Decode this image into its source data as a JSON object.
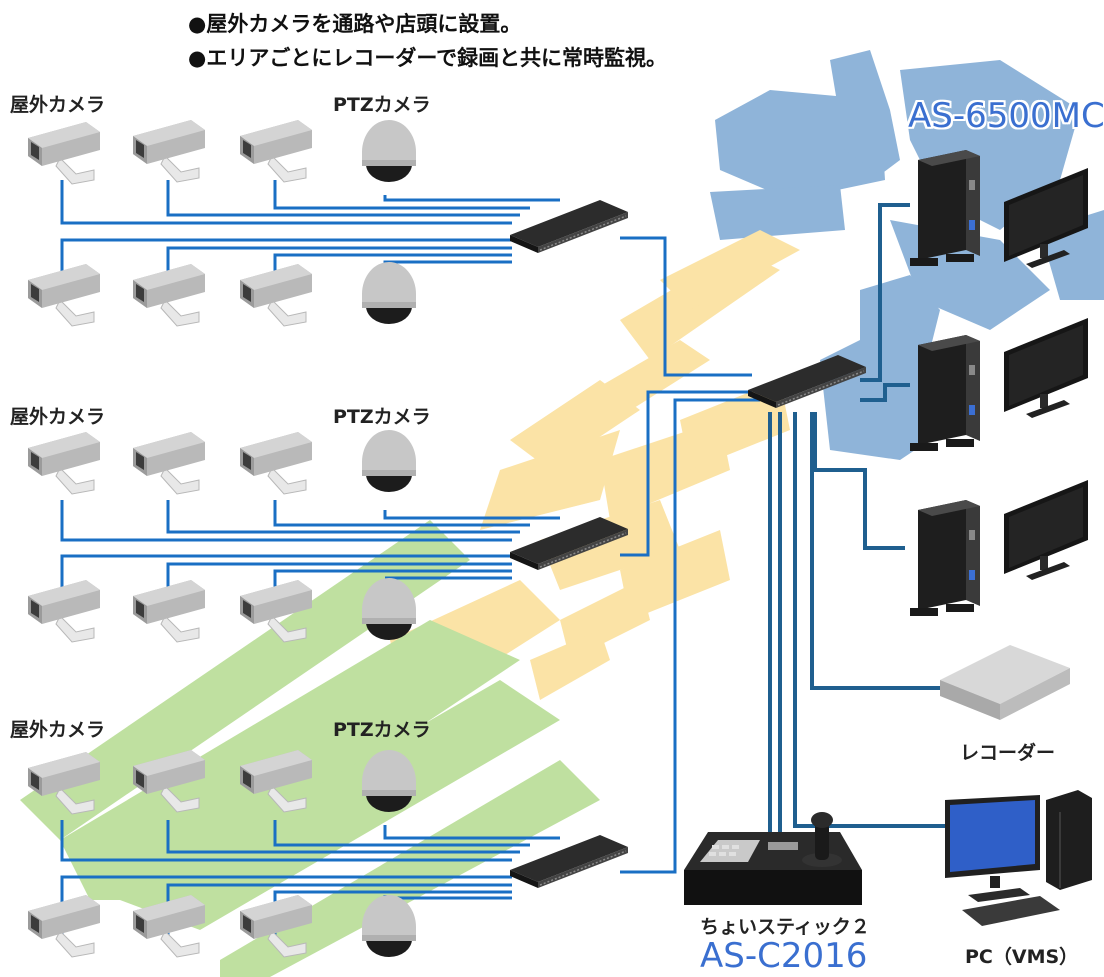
{
  "header": {
    "line1": "●屋外カメラを通路や店頭に設置。",
    "line2": "●エリアごとにレコーダーで録画と共に常時監視。"
  },
  "groups": [
    {
      "outdoor_label": "屋外カメラ",
      "ptz_label": "PTZカメラ"
    },
    {
      "outdoor_label": "屋外カメラ",
      "ptz_label": "PTZカメラ"
    },
    {
      "outdoor_label": "屋外カメラ",
      "ptz_label": "PTZカメラ"
    }
  ],
  "server_model": "AS-6500MC",
  "recorder_label": "レコーダー",
  "controller_label": "ちょいスティック２",
  "controller_model": "AS-C2016",
  "pc_label": "PC（VMS）",
  "colors": {
    "cable": "#1a6fc4",
    "cable_dark": "#1f5f8f",
    "model_text": "#3a6fd0",
    "map_blue": "#8fb4d9",
    "map_yellow": "#fbe3a6",
    "map_green": "#bfe0a0"
  }
}
